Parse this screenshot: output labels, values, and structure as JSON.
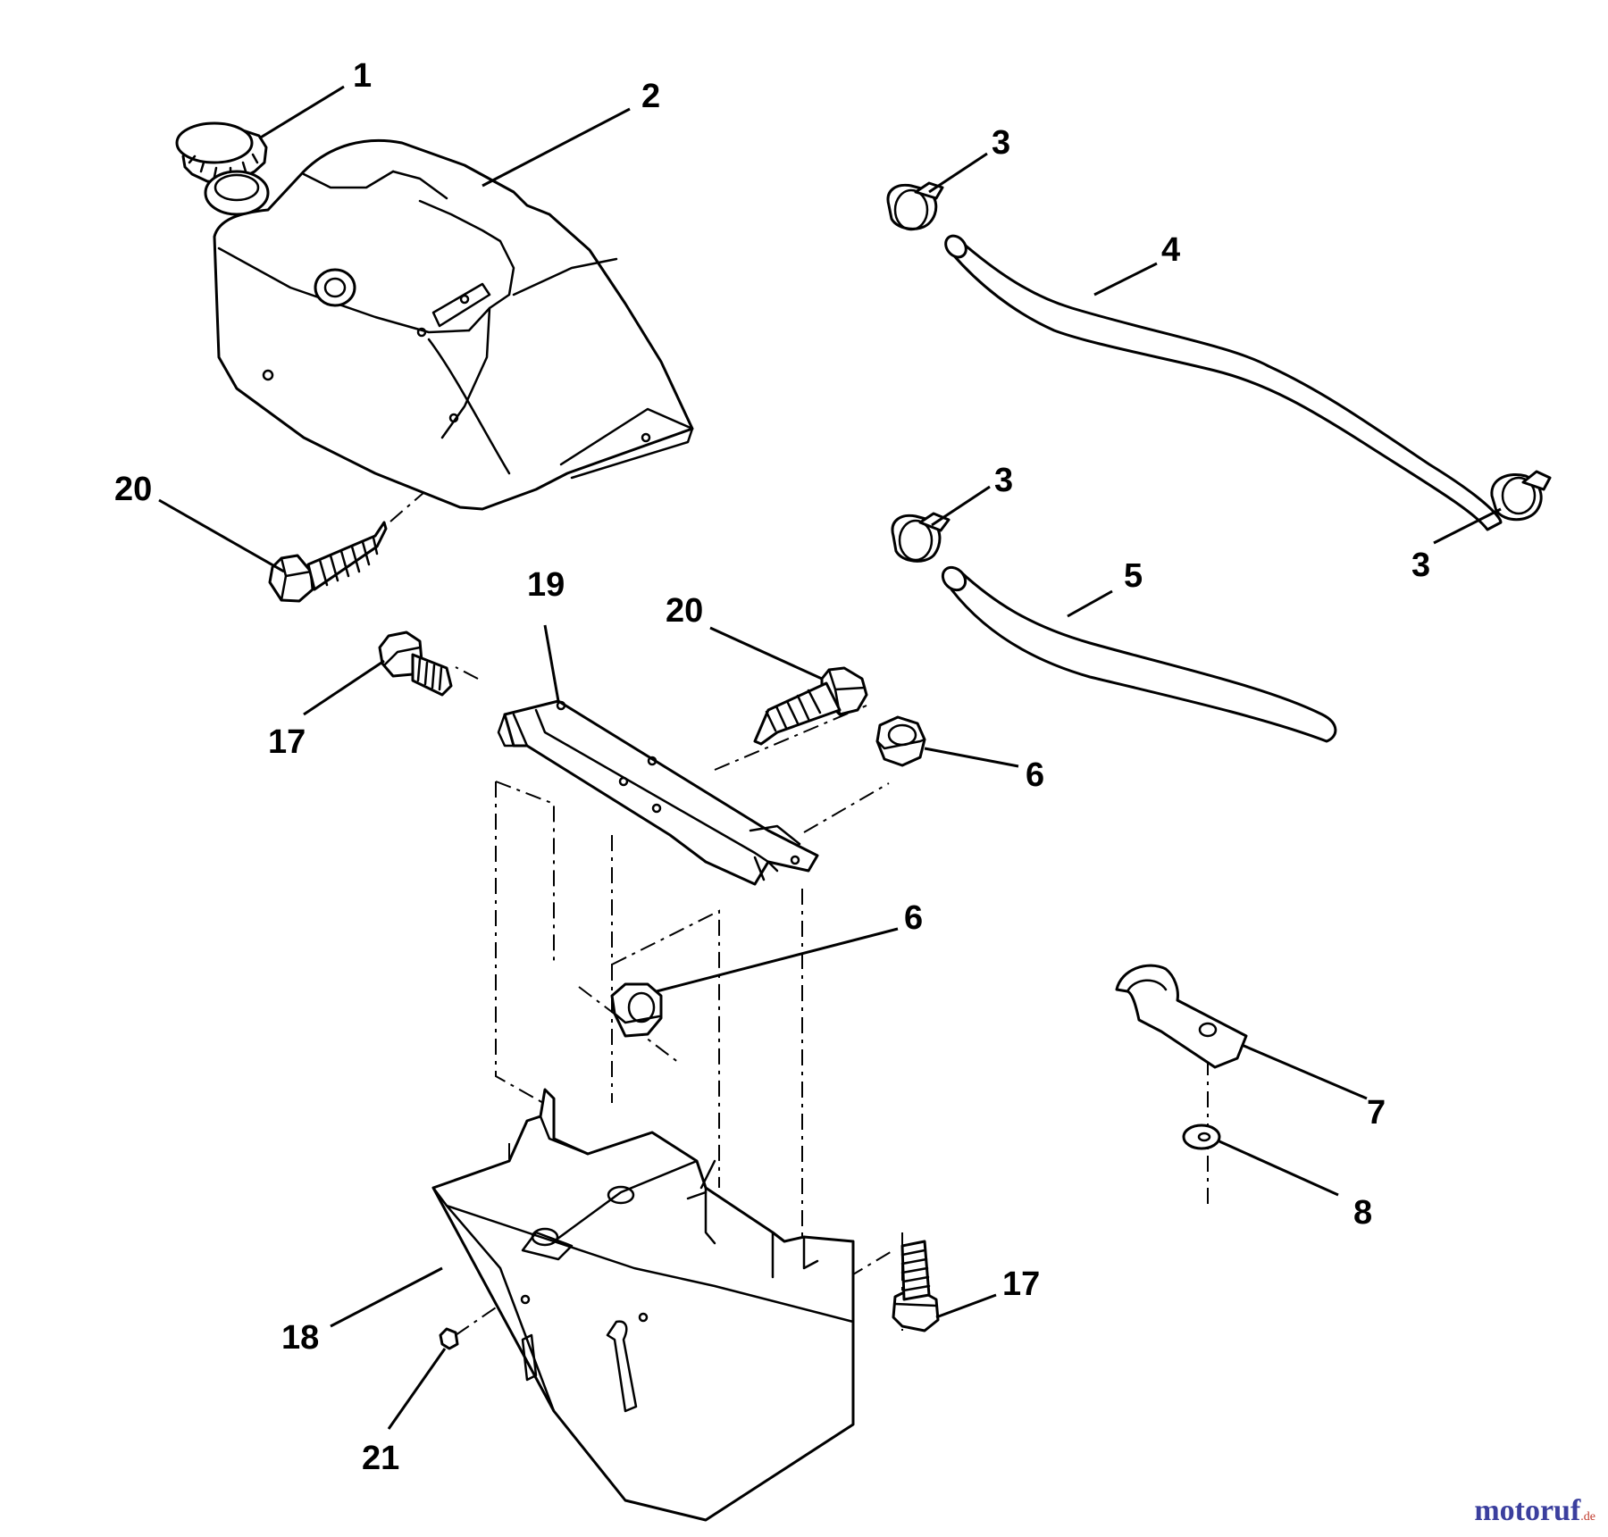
{
  "callouts": [
    {
      "id": "c1",
      "num": "1"
    },
    {
      "id": "c2",
      "num": "2"
    },
    {
      "id": "c3a",
      "num": "3"
    },
    {
      "id": "c4",
      "num": "4"
    },
    {
      "id": "c3b",
      "num": "3"
    },
    {
      "id": "c3c",
      "num": "3"
    },
    {
      "id": "c5",
      "num": "5"
    },
    {
      "id": "c20a",
      "num": "20"
    },
    {
      "id": "c19",
      "num": "19"
    },
    {
      "id": "c20b",
      "num": "20"
    },
    {
      "id": "c17a",
      "num": "17"
    },
    {
      "id": "c6a",
      "num": "6"
    },
    {
      "id": "c6b",
      "num": "6"
    },
    {
      "id": "c7",
      "num": "7"
    },
    {
      "id": "c8",
      "num": "8"
    },
    {
      "id": "c17b",
      "num": "17"
    },
    {
      "id": "c18",
      "num": "18"
    },
    {
      "id": "c21",
      "num": "21"
    }
  ],
  "watermark": {
    "brand": "motoruf",
    "tld": ".de"
  }
}
